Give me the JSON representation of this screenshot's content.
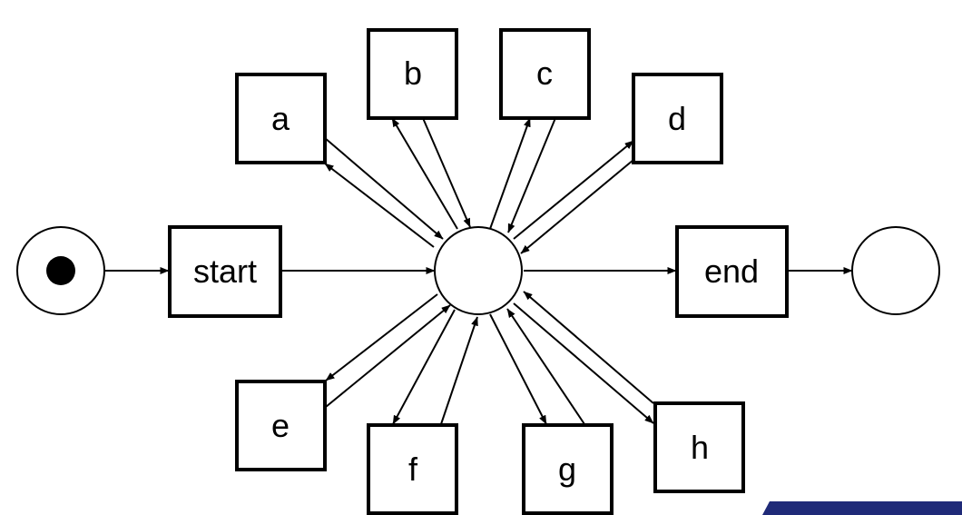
{
  "diagram": {
    "nodes": {
      "source_place": {
        "kind": "place",
        "marked": true
      },
      "center_place": {
        "kind": "place",
        "marked": false
      },
      "sink_place": {
        "kind": "place",
        "marked": false
      },
      "start": {
        "kind": "transition",
        "label": "start"
      },
      "end": {
        "kind": "transition",
        "label": "end"
      },
      "a": {
        "kind": "transition",
        "label": "a"
      },
      "b": {
        "kind": "transition",
        "label": "b"
      },
      "c": {
        "kind": "transition",
        "label": "c"
      },
      "d": {
        "kind": "transition",
        "label": "d"
      },
      "e": {
        "kind": "transition",
        "label": "e"
      },
      "f": {
        "kind": "transition",
        "label": "f"
      },
      "g": {
        "kind": "transition",
        "label": "g"
      },
      "h": {
        "kind": "transition",
        "label": "h"
      }
    },
    "arcs": [
      [
        "source_place",
        "start"
      ],
      [
        "start",
        "center_place"
      ],
      [
        "center_place",
        "end"
      ],
      [
        "end",
        "sink_place"
      ],
      [
        "center_place",
        "a"
      ],
      [
        "a",
        "center_place"
      ],
      [
        "center_place",
        "b"
      ],
      [
        "b",
        "center_place"
      ],
      [
        "center_place",
        "c"
      ],
      [
        "c",
        "center_place"
      ],
      [
        "center_place",
        "d"
      ],
      [
        "d",
        "center_place"
      ],
      [
        "center_place",
        "e"
      ],
      [
        "e",
        "center_place"
      ],
      [
        "center_place",
        "f"
      ],
      [
        "f",
        "center_place"
      ],
      [
        "center_place",
        "g"
      ],
      [
        "g",
        "center_place"
      ],
      [
        "center_place",
        "h"
      ],
      [
        "h",
        "center_place"
      ]
    ]
  },
  "colors": {
    "stroke": "#000000",
    "fill": "#ffffff",
    "token": "#000000",
    "corner_bar": "#1f2a78"
  }
}
